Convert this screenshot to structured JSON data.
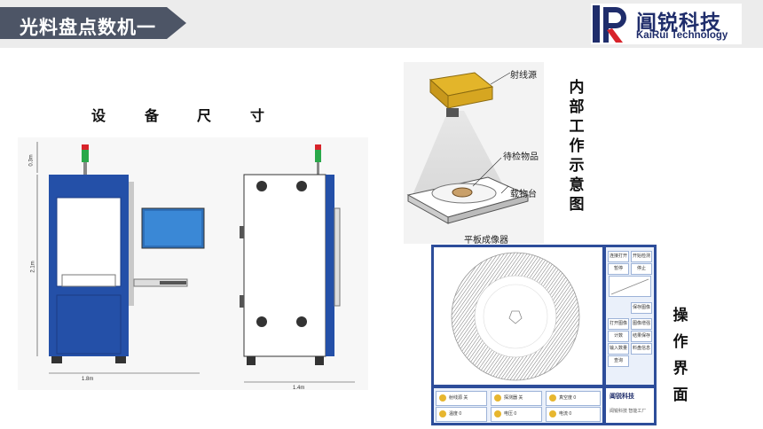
{
  "header": {
    "title": "光料盘点数机一"
  },
  "logo": {
    "name_cn": "阊锐科技",
    "name_en": "KaiRui Technology"
  },
  "dimensions": {
    "heading": "设 备 尺 寸",
    "chars": [
      "设",
      "备",
      "尺",
      "寸"
    ],
    "front_width": "1.8m",
    "side_width": "1.4m",
    "height_label": "2.1m",
    "top_label": "0.3m"
  },
  "internal": {
    "heading_chars": [
      "内",
      "部",
      "工",
      "作",
      "示",
      "意",
      "图"
    ],
    "source_label": "射线源",
    "object_label": "待检物品",
    "stage_label": "载物台",
    "detector_label": "平板成像器"
  },
  "operation": {
    "heading_chars": [
      "操",
      "作",
      "界",
      "面"
    ],
    "buttons": [
      "连接打开",
      "开始检测",
      "暂停",
      "停止",
      "保存图像",
      "打开图像",
      "图像增强",
      "计数",
      "结果保存",
      "输入数量",
      "料盘信息",
      "查询"
    ],
    "logo_text": "阊锐科技",
    "footer_text": "阊锐科技 智能工厂",
    "status_items": [
      {
        "label": "射线源",
        "value": "关"
      },
      {
        "label": "探测器",
        "value": "关"
      },
      {
        "label": "真空度",
        "value": "0"
      },
      {
        "label": "温度",
        "value": "0"
      },
      {
        "label": "电压",
        "value": "0"
      },
      {
        "label": "电流",
        "value": "0"
      }
    ],
    "colors": {
      "frame": "#2d4d9a",
      "panel_bg": "#eaf0fa",
      "status_dot": "#e7b62f"
    }
  },
  "colors": {
    "title_bar": "#4d5566",
    "logo_blue": "#1f2d6b",
    "cabinet_blue": "#2450a8"
  }
}
